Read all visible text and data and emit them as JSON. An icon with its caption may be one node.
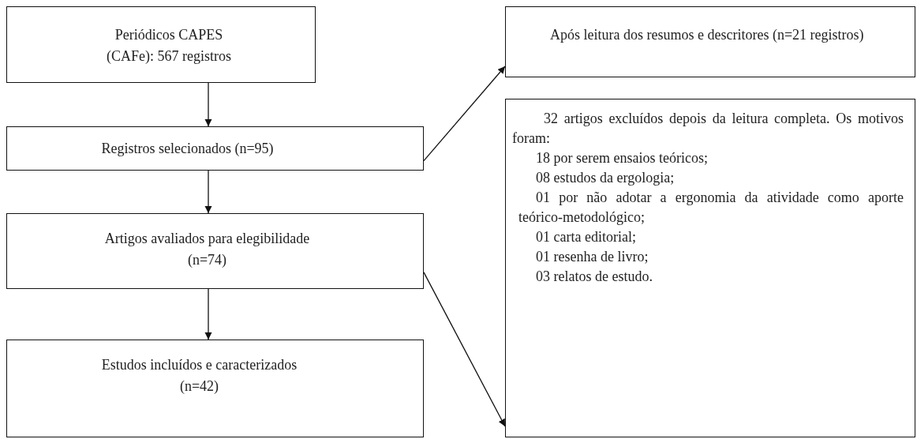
{
  "diagram": {
    "nodes": [
      {
        "text": [
          "Periódicos CAPES (CAFe): 567 registros"
        ]
      },
      {
        "text": [
          "Registros selecionados (n=95)"
        ]
      },
      {
        "text": [
          "Artigos avaliados para elegibilidade (n=74)"
        ]
      },
      {
        "text": [
          "Estudos incluídos e caracterizados (n=42)"
        ]
      },
      {
        "text": [
          "Após leitura dos resumos e descritores (n=21 registros)"
        ]
      },
      {
        "text": [
          "32 artigos excluídos depois da leitura completa. Os motivos foram:",
          "18 por serem ensaios teóricos;",
          "08 estudos da ergologia;",
          "01 por não adotar a ergonomia da atividade como aporte teórico-metodológico;",
          "01 carta editorial;",
          "01 resenha de livro;",
          "03 relatos de estudo."
        ]
      }
    ],
    "edges": [
      {
        "from": 0,
        "to": 1,
        "arrow": "to"
      },
      {
        "from": 1,
        "to": 2,
        "arrow": "to"
      },
      {
        "from": 2,
        "to": 3,
        "arrow": "to"
      },
      {
        "from": 1,
        "to": 4,
        "arrow": "to"
      },
      {
        "from": 2,
        "to": 5,
        "arrow": "to"
      }
    ]
  }
}
